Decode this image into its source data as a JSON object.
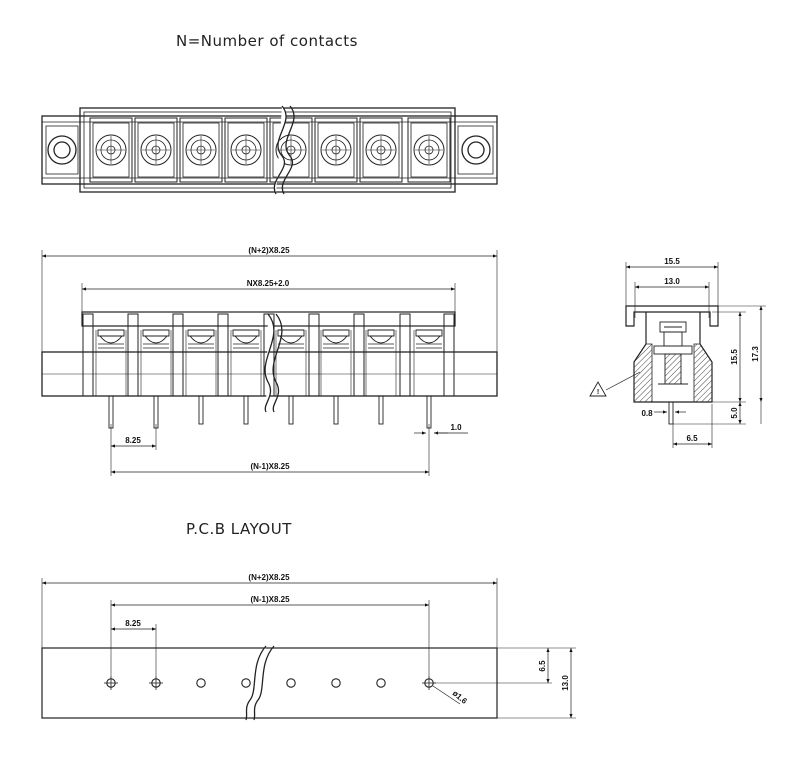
{
  "title": "N=Number of contacts",
  "pcb_title": "P.C.B LAYOUT",
  "front_view": {
    "total_width": "(N+2)X8.25",
    "body_width": "NX8.25+2.0",
    "pitch": "8.25",
    "pin_width": "1.0",
    "pin_span": "(N-1)X8.25"
  },
  "side_view": {
    "outer_width": "15.5",
    "inner_width": "13.0",
    "total_height": "17.3",
    "body_height": "15.5",
    "pin_length": "5.0",
    "pin_thickness": "0.8",
    "pin_offset": "6.5",
    "warning_symbol": "!"
  },
  "pcb_layout": {
    "total_width": "(N+2)X8.25",
    "hole_span": "(N-1)X8.25",
    "pitch": "8.25",
    "hole_offset": "6.5",
    "board_height": "13.0",
    "hole_diameter": "ø1.6"
  }
}
